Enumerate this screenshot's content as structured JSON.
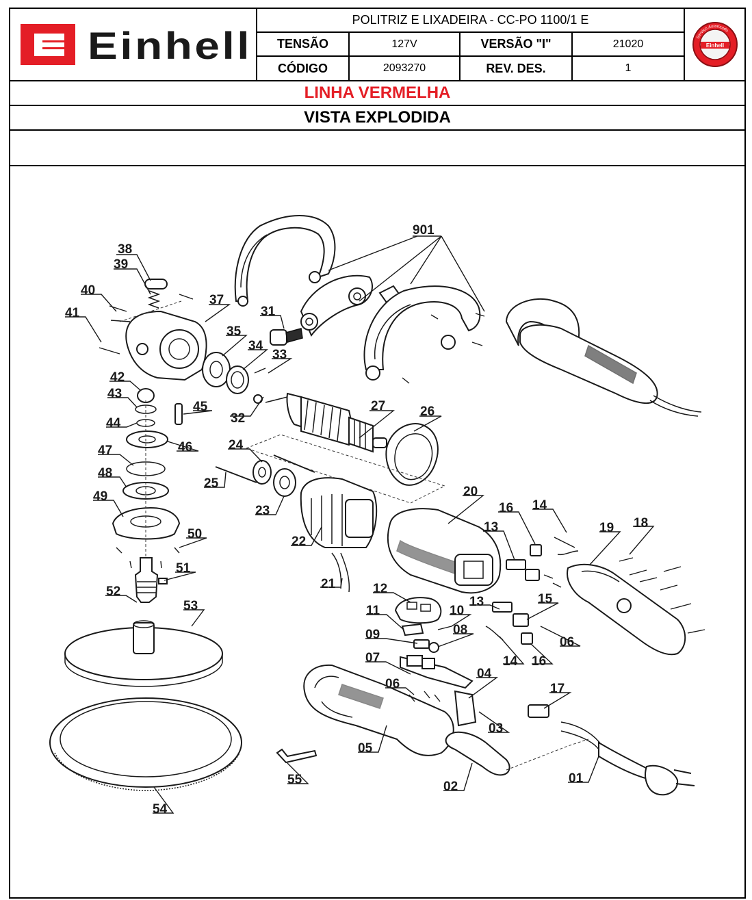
{
  "header": {
    "brand": "Einhell",
    "title": "POLITRIZ E LIXADEIRA - CC-PO 1100/1 E",
    "rows": [
      {
        "label1": "TENSÃO",
        "value1": "127V",
        "label2": "VERSÃO \"I\"",
        "value2": "21020"
      },
      {
        "label1": "CÓDIGO",
        "value1": "2093270",
        "label2": "REV. DES.",
        "value2": "1"
      }
    ],
    "badge": {
      "top_text": "Serviço Autorizado",
      "brand": "Einhell"
    }
  },
  "band_red": "LINHA VERMELHA",
  "band_black": "VISTA EXPLODIDA",
  "colors": {
    "brand_red": "#e41e26",
    "line": "#1a1a1a"
  },
  "diagram": {
    "part_numbers": [
      "901",
      "38",
      "39",
      "40",
      "37",
      "41",
      "31",
      "35",
      "34",
      "33",
      "42",
      "43",
      "32",
      "45",
      "27",
      "26",
      "44",
      "46",
      "24",
      "47",
      "48",
      "25",
      "23",
      "20",
      "49",
      "50",
      "22",
      "16",
      "14",
      "13",
      "19",
      "18",
      "51",
      "21",
      "52",
      "53",
      "12",
      "13",
      "15",
      "11",
      "10",
      "08",
      "09",
      "06",
      "14",
      "16",
      "07",
      "06",
      "04",
      "17",
      "03",
      "05",
      "02",
      "01",
      "55",
      "54"
    ]
  }
}
